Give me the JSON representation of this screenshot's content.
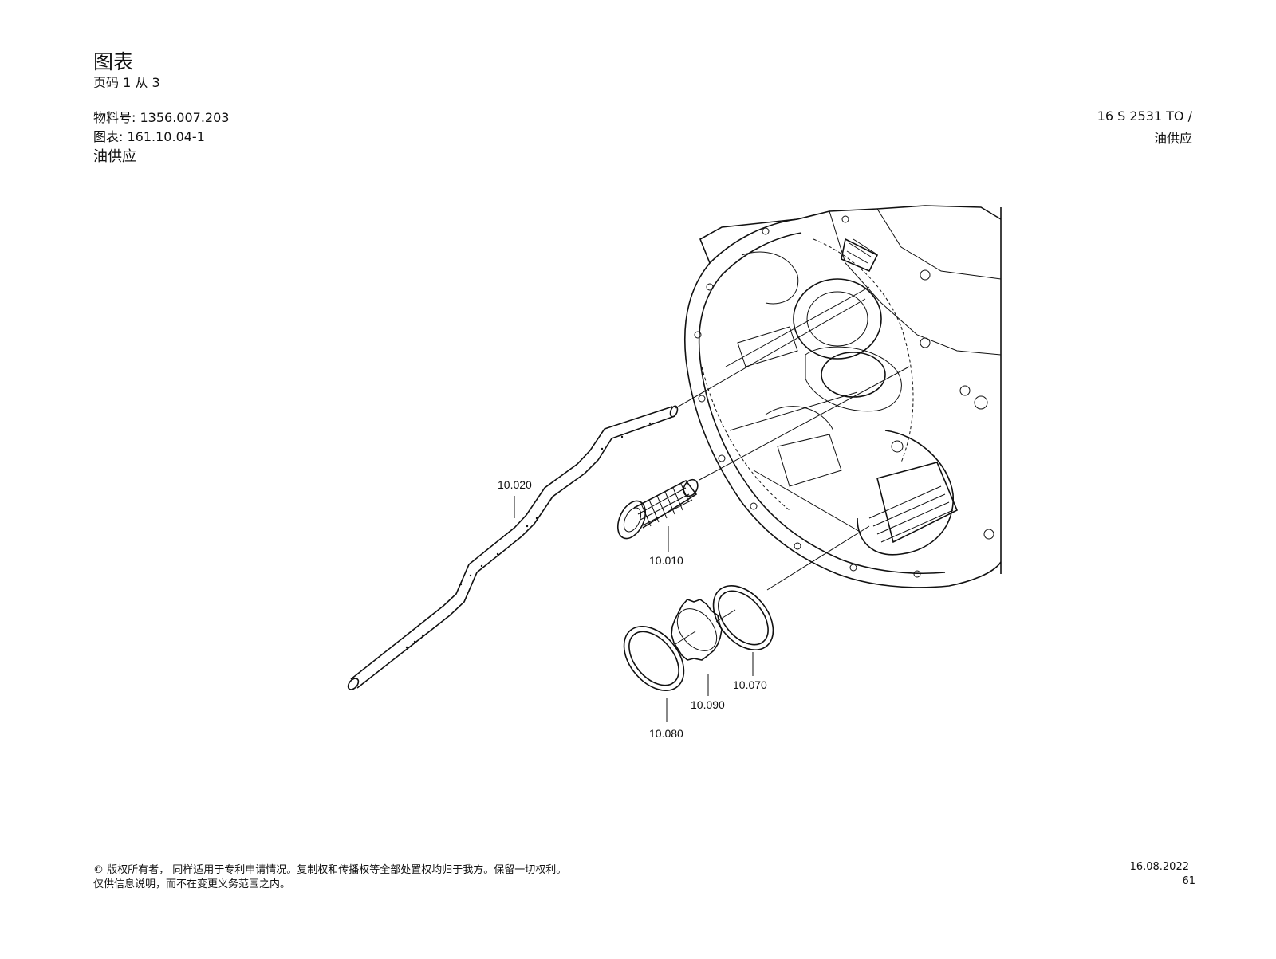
{
  "header": {
    "title": "图表",
    "page_prefix": "页码",
    "page_current": "1",
    "page_sep": "从",
    "page_total": "3",
    "material_label": "物料号:",
    "material_value": "1356.007.203",
    "drawing_label": "图表:",
    "drawing_value": "161.10.04-1",
    "section": "油供应",
    "model": "16 S 2531 TO /",
    "model_section": "油供应"
  },
  "callouts": {
    "pipe": "10.020",
    "strainer": "10.010",
    "seal_ring_a": "10.070",
    "snap_ring": "10.090",
    "seal_ring_b": "10.080"
  },
  "footer": {
    "copyright": "© 版权所有者， 同样适用于专利申请情况。复制权和传播权等全部处置权均归于我方。保留一切权利。",
    "disclaimer": "仅供信息说明，而不在变更义务范围之内。",
    "date": "16.08.2022",
    "page_number": "61"
  }
}
